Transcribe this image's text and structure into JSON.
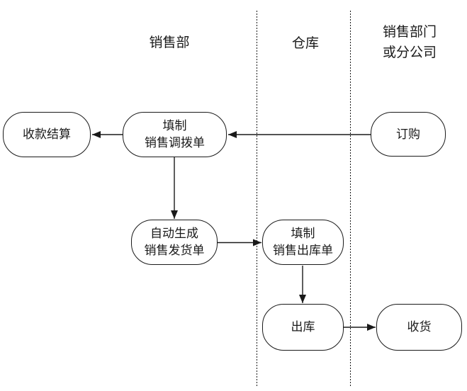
{
  "diagram": {
    "lanes": [
      {
        "label": "销售部"
      },
      {
        "label": "仓库"
      },
      {
        "label": "销售部门\n或分公司"
      }
    ],
    "nodes": [
      {
        "id": "payment-settlement",
        "label": "收款结算"
      },
      {
        "id": "fill-sales-transfer-order",
        "label": "填制\n销售调拨单"
      },
      {
        "id": "order",
        "label": "订购"
      },
      {
        "id": "autogen-sales-delivery-order",
        "label": "自动生成\n销售发货单"
      },
      {
        "id": "fill-sales-outbound-order",
        "label": "填制\n销售出库单"
      },
      {
        "id": "outbound",
        "label": "出库"
      },
      {
        "id": "receive-goods",
        "label": "收货"
      }
    ],
    "edges": [
      {
        "from": "订购",
        "to": "填制销售调拨单"
      },
      {
        "from": "填制销售调拨单",
        "to": "收款结算"
      },
      {
        "from": "填制销售调拨单",
        "to": "自动生成销售发货单"
      },
      {
        "from": "自动生成销售发货单",
        "to": "填制销售出库单"
      },
      {
        "from": "填制销售出库单",
        "to": "出库"
      },
      {
        "from": "出库",
        "to": "收货"
      }
    ],
    "colors": {
      "background": "#ffffff",
      "line": "#1a1a1a",
      "node_fill": "#ffffff",
      "text": "#1a1a1a"
    }
  }
}
